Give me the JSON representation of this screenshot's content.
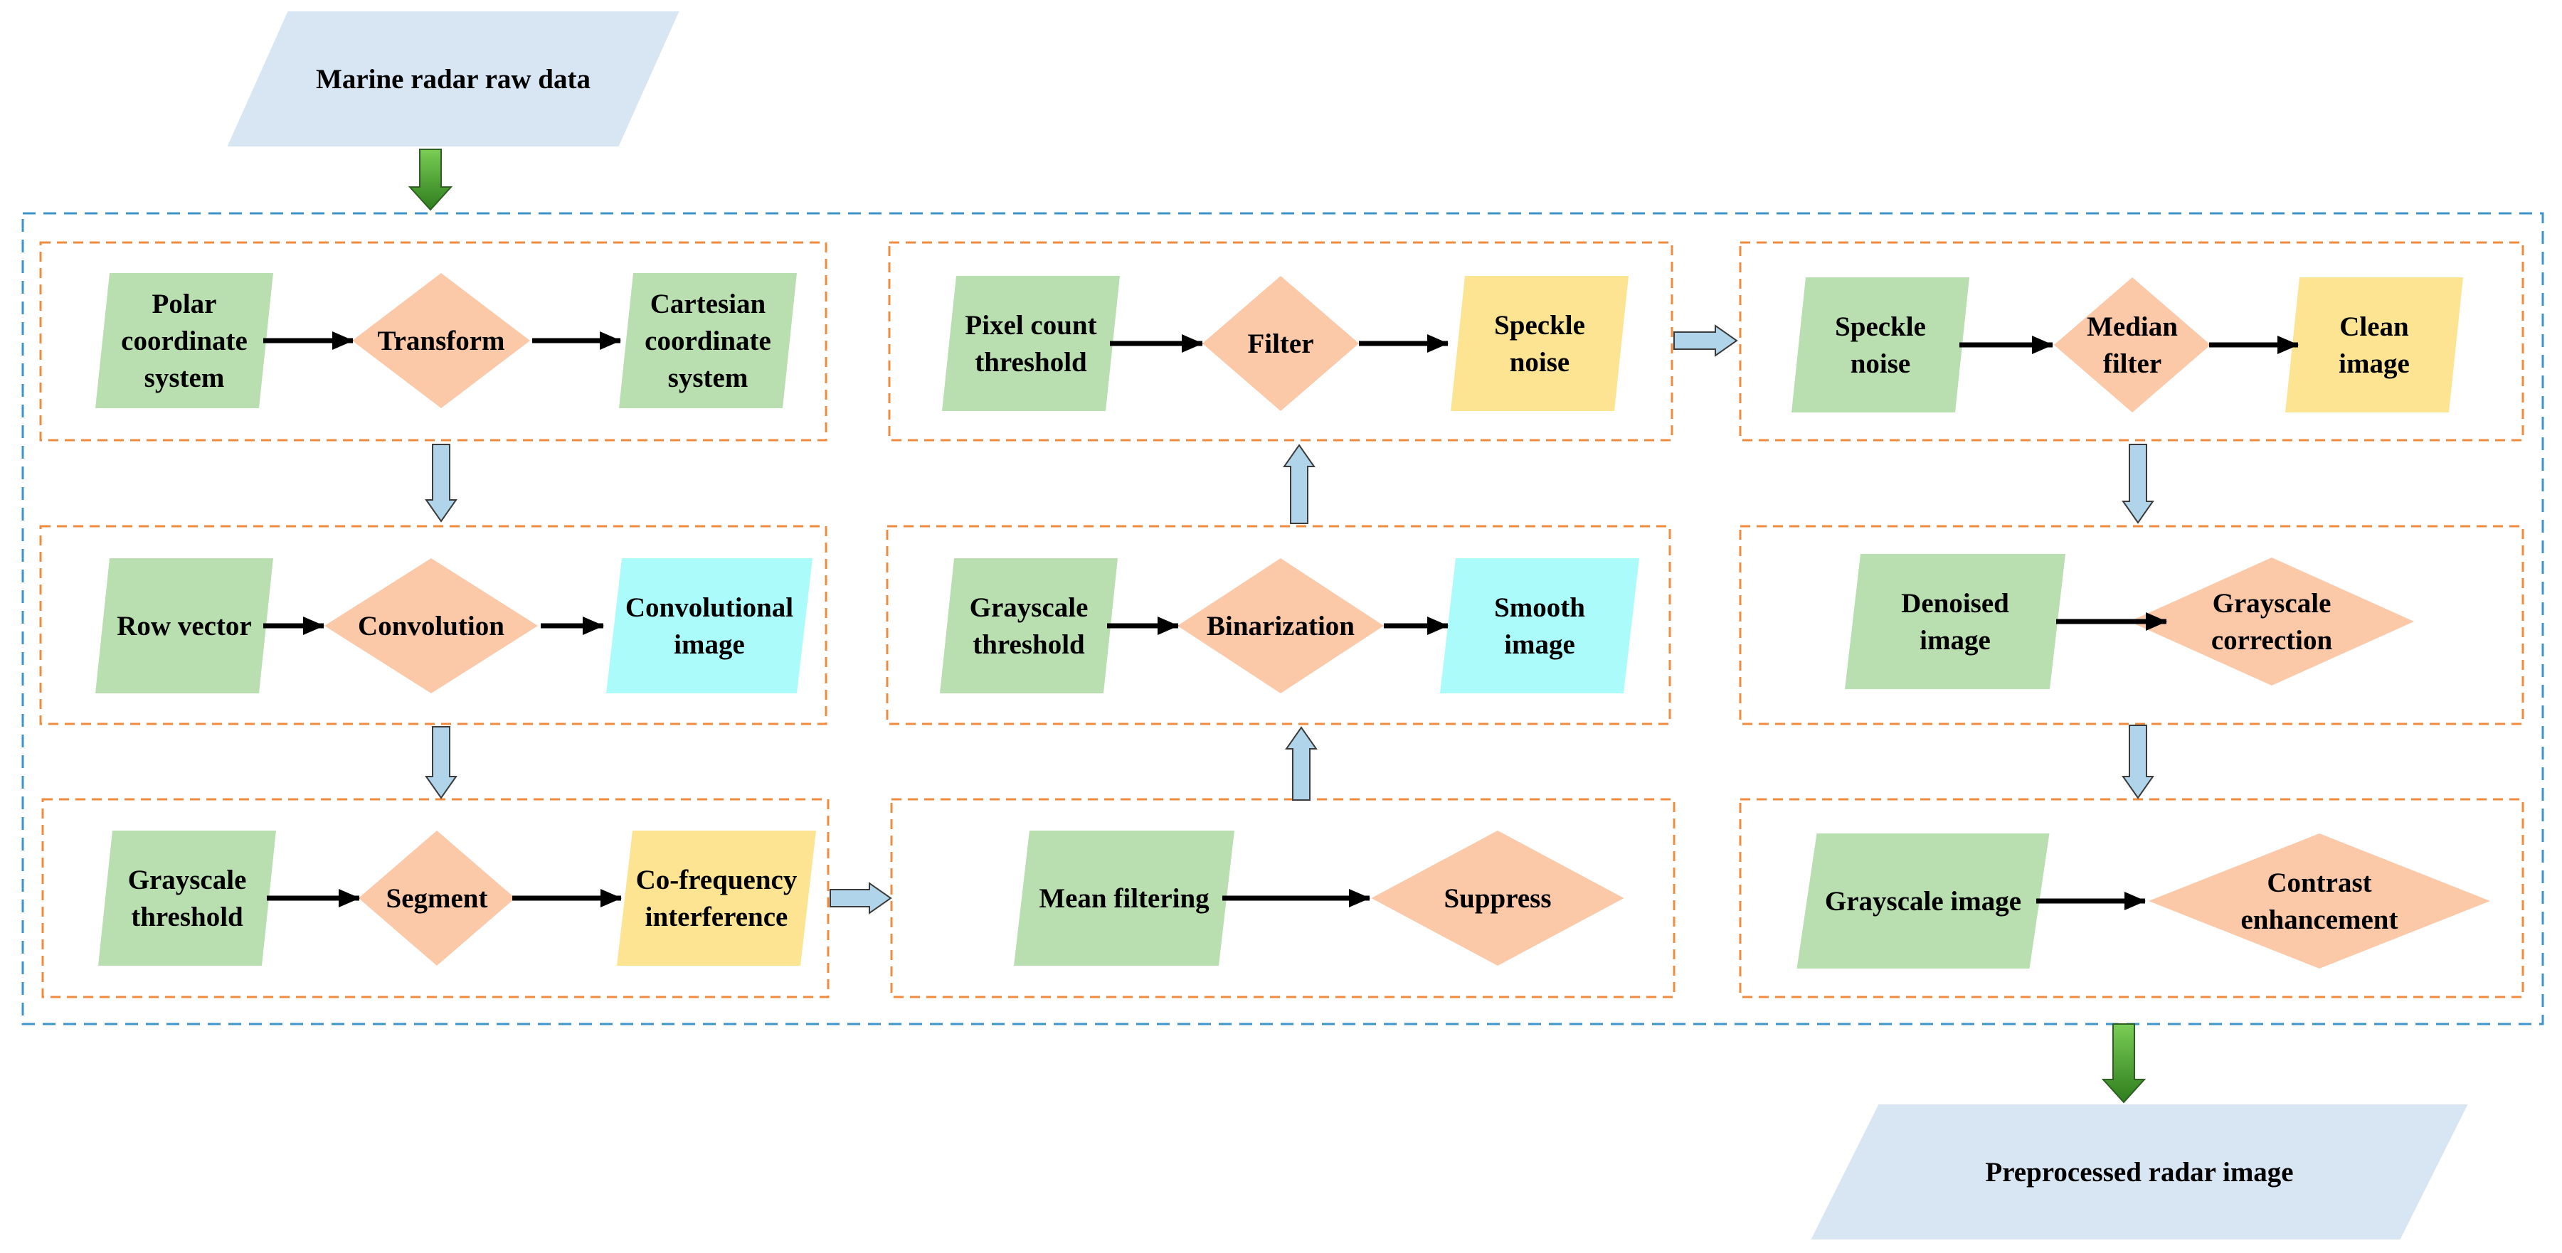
{
  "input": {
    "label": [
      "Marine radar raw data"
    ]
  },
  "output": {
    "label": [
      "Preprocessed radar image"
    ]
  },
  "panels": [
    {
      "id": "coord",
      "input": [
        "Polar",
        "coordinate",
        "system"
      ],
      "operation": [
        "Transform"
      ],
      "output": [
        "Cartesian",
        "coordinate",
        "system"
      ]
    },
    {
      "id": "conv",
      "input": [
        "Row vector"
      ],
      "operation": [
        "Convolution"
      ],
      "output": [
        "Convolutional",
        "image"
      ]
    },
    {
      "id": "seg",
      "input": [
        "Grayscale",
        "threshold"
      ],
      "operation": [
        "Segment"
      ],
      "output": [
        "Co-frequency",
        "interference"
      ]
    },
    {
      "id": "mean",
      "input": [
        "Mean filtering"
      ],
      "operation": [
        "Suppress"
      ]
    },
    {
      "id": "bin",
      "input": [
        "Grayscale",
        "threshold"
      ],
      "operation": [
        "Binarization"
      ],
      "output": [
        "Smooth",
        "image"
      ]
    },
    {
      "id": "pix",
      "input": [
        "Pixel count",
        "threshold"
      ],
      "operation": [
        "Filter"
      ],
      "output": [
        "Speckle",
        "noise"
      ]
    },
    {
      "id": "med",
      "input": [
        "Speckle",
        "noise"
      ],
      "operation": [
        "Median",
        "filter"
      ],
      "output": [
        "Clean",
        "image"
      ]
    },
    {
      "id": "gcorr",
      "input": [
        "Denoised",
        "image"
      ],
      "operation": [
        "Grayscale",
        "correction"
      ]
    },
    {
      "id": "contrast",
      "input": [
        "Grayscale image"
      ],
      "operation": [
        "Contrast",
        "enhancement"
      ]
    }
  ],
  "colors": {
    "input_shape": "#b9dfb0",
    "operation_shape": "#fbc8a8",
    "output_yellow": "#fde492",
    "output_cyan": "#acfbfb",
    "io_shape": "#d8e6f3",
    "panel_border": "#ef8b3e",
    "outer_border": "#3e94c9",
    "block_arrow": "#b0d4ea",
    "block_arrow_stroke": "#3b3b3b",
    "green_arrow_top": "#6cc24a",
    "green_arrow_bottom": "#2e7d1e",
    "connector": "#000000"
  }
}
